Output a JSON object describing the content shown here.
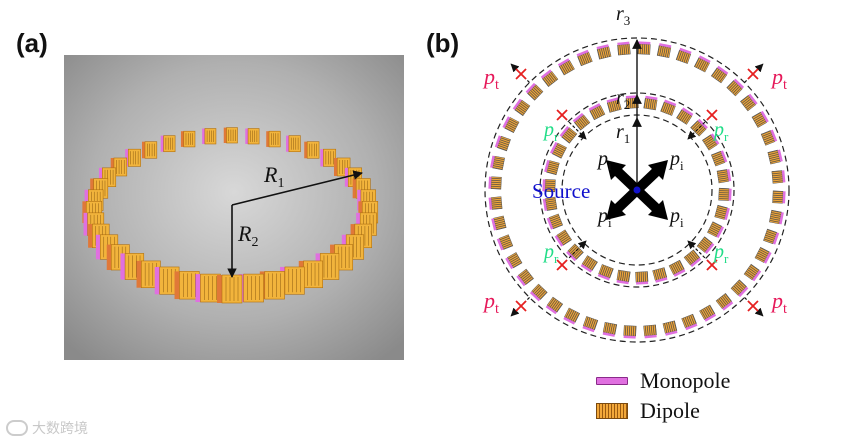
{
  "panel_a": {
    "label": "(a)",
    "annotations": {
      "R1": "R",
      "R1_sub": "1",
      "R2": "R",
      "R2_sub": "2"
    }
  },
  "panel_b": {
    "label": "(b)",
    "radii": {
      "r1": "r",
      "r1_sub": "1",
      "r2": "r",
      "r2_sub": "2",
      "r3": "r",
      "r3_sub": "3"
    },
    "source_label": "Source",
    "pi": "p",
    "pi_sub": "i",
    "pr": "p",
    "pr_sub": "r",
    "pt": "p",
    "pt_sub": "t"
  },
  "legend": {
    "monopole": "Monopole",
    "dipole": "Dipole"
  },
  "watermark": "大数跨境",
  "colors": {
    "pt": "#e6195a",
    "pr": "#22dd88",
    "source": "#1010cc",
    "cross": "#e62020",
    "monopole": "#e070e0",
    "dipole": "#f3a83a"
  }
}
